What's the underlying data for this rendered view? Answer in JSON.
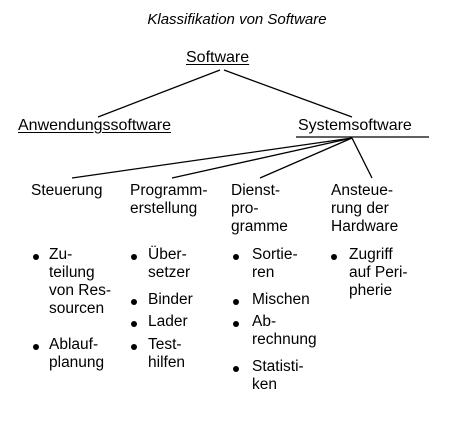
{
  "title": "Klassifikation von Software",
  "root": "Software",
  "level1": {
    "left": "Anwendungssoftware",
    "right": "Systemsoftware"
  },
  "categories": [
    {
      "heading": "Steuerung",
      "items": [
        "Zu-\nteilung\nvon Res-\nsourcen",
        "Ablauf-\nplanung"
      ]
    },
    {
      "heading": "Programm-\nerstellung",
      "items": [
        "Über-\nsetzer",
        "Binder",
        "Lader",
        "Test-\nhilfen"
      ]
    },
    {
      "heading": "Dienst-\npro-\ngramme",
      "items": [
        "Sortie-\nren",
        "Mischen",
        "Ab-\nrechnung",
        "Statisti-\nken"
      ]
    },
    {
      "heading": "Ansteue-\nrung der\nHardware",
      "items": [
        "Zugriff\nauf Peri-\npherie"
      ]
    }
  ]
}
